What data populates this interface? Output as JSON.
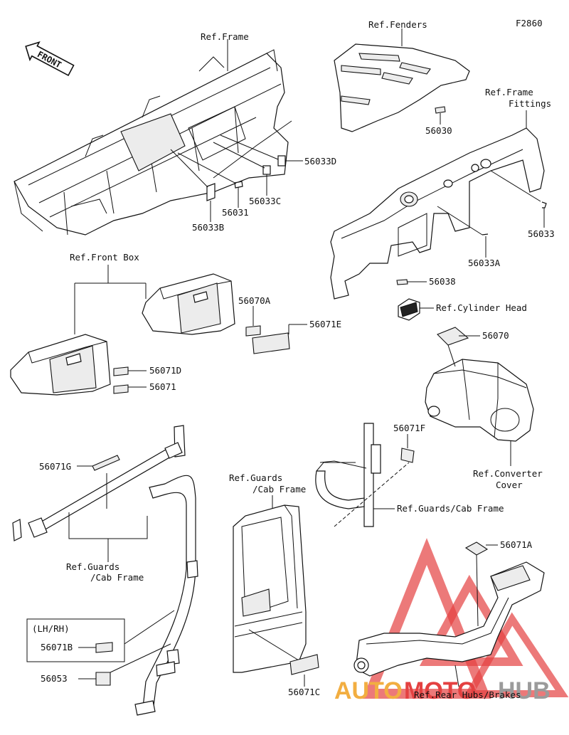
{
  "diagram_code": "F2860",
  "front_arrow": "FRONT",
  "refs": {
    "frame": "Ref.Frame",
    "fenders": "Ref.Fenders",
    "frame_fittings_1": "Ref.Frame",
    "frame_fittings_2": "Fittings",
    "front_box": "Ref.Front Box",
    "cylinder_head": "Ref.Cylinder Head",
    "converter_1": "Ref.Converter",
    "converter_2": "Cover",
    "guards_right": "Ref.Guards/Cab Frame",
    "guards_mid_1": "Ref.Guards",
    "guards_mid_2": "/Cab Frame",
    "guards_left_1": "Ref.Guards",
    "guards_left_2": "/Cab Frame",
    "rear_hubs": "Ref.Rear Hubs/Brakes",
    "lh_rh": "(LH/RH)"
  },
  "parts": {
    "p56033D": "56033D",
    "p56033C": "56033C",
    "p56031": "56031",
    "p56033B": "56033B",
    "p56030": "56030",
    "p56033": "56033",
    "p56033A": "56033A",
    "p56038": "56038",
    "p56070": "56070",
    "p56070A": "56070A",
    "p56071E": "56071E",
    "p56071D": "56071D",
    "p56071": "56071",
    "p56071F": "56071F",
    "p56071G": "56071G",
    "p56071A": "56071A",
    "p56071B": "56071B",
    "p56053": "56053",
    "p56071C": "56071C"
  },
  "watermark": {
    "text_orange": "AUTO",
    "text_red": "MOTO",
    "text_grey": "HUB",
    "colors": {
      "orange": "#f0a020",
      "red": "#e02020",
      "grey": "#8a8a8a"
    }
  }
}
